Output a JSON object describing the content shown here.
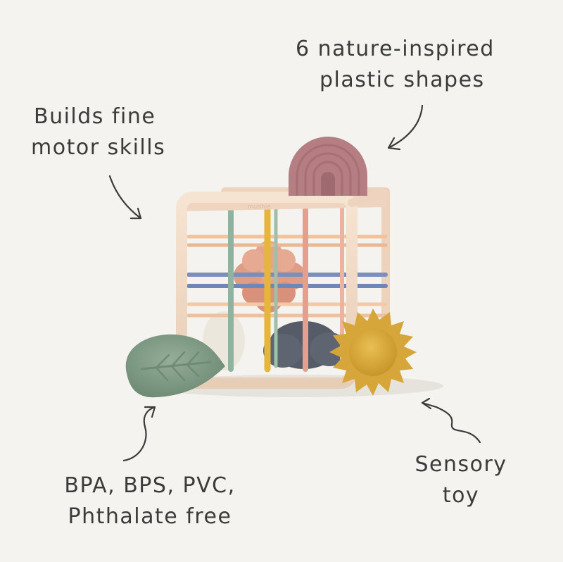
{
  "callouts": {
    "shapes": {
      "line1": "6 nature-inspired",
      "line2": "plastic shapes"
    },
    "motor": {
      "line1": "Builds fine",
      "line2": "motor skills"
    },
    "safety": {
      "line1": "BPA, BPS, PVC,",
      "line2": "Phthalate free"
    },
    "sensory": {
      "line1": "Sensory",
      "line2": "toy"
    }
  },
  "product": {
    "brand_mark": "mushie"
  },
  "colors": {
    "background": "#f4f3ef",
    "text": "#3b3b3b",
    "cube_frame": "#f0d9c4",
    "rainbow": "#b47e83",
    "leaf": "#7f9a85",
    "sun": "#d9a93a",
    "flower": "#e1a088",
    "cloud": "#575d68",
    "band_blue": "#6f86b8",
    "band_yellow": "#e6b63a",
    "band_green": "#8fb3a0",
    "band_pink": "#e4a08c",
    "band_peach": "#f0c39c"
  }
}
